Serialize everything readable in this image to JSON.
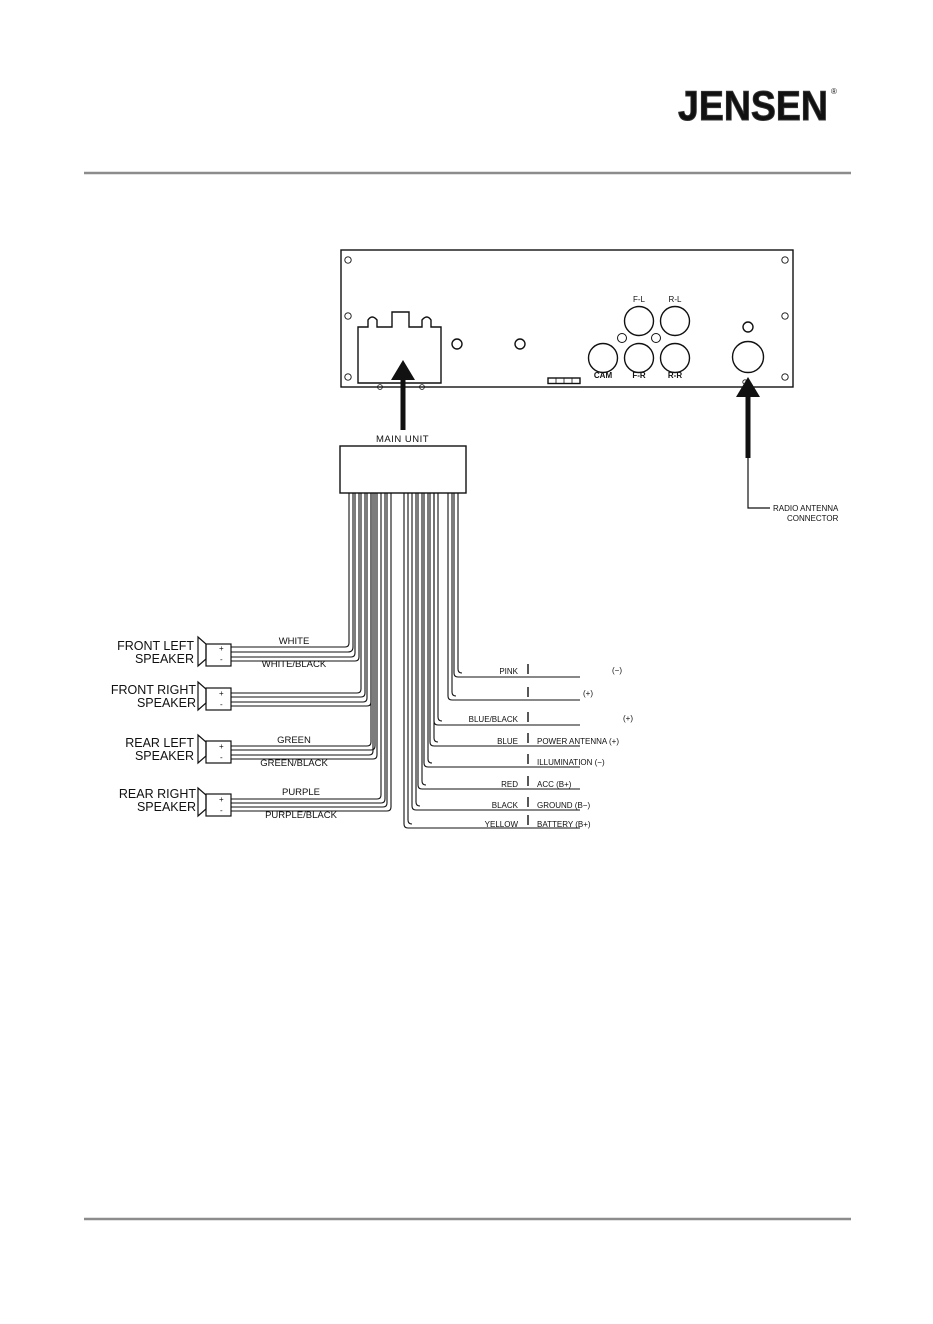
{
  "brand": {
    "name": "JENSEN",
    "reg": "®",
    "colors": {
      "chrome_light": "#eeeeee",
      "chrome_dark": "#3a3a3a"
    }
  },
  "rule_color": "#8c8c8c",
  "panel": {
    "jacks": {
      "fl": "F-L",
      "rl": "R-L",
      "cam": "CAM",
      "fr": "F-R",
      "rr": "R-R"
    }
  },
  "main_unit": {
    "label": "MAIN UNIT"
  },
  "antenna": {
    "line1": "RADIO ANTENNA",
    "line2": "CONNECTOR"
  },
  "speakers": [
    {
      "line1": "FRONT LEFT",
      "line2": "SPEAKER",
      "wire_pos": "WHITE",
      "wire_neg": "WHITE/BLACK"
    },
    {
      "line1": "FRONT RIGHT",
      "line2": "SPEAKER",
      "wire_pos": "",
      "wire_neg": ""
    },
    {
      "line1": "REAR LEFT",
      "line2": "SPEAKER",
      "wire_pos": "GREEN",
      "wire_neg": "GREEN/BLACK"
    },
    {
      "line1": "REAR RIGHT",
      "line2": "SPEAKER",
      "wire_pos": "PURPLE",
      "wire_neg": "PURPLE/BLACK"
    }
  ],
  "terminals": {
    "plus": "+",
    "minus": "-"
  },
  "wires": [
    {
      "color": "PINK",
      "function": "(−)"
    },
    {
      "color": "",
      "function": "(+)"
    },
    {
      "color": "BLUE/BLACK",
      "function": "(+)"
    },
    {
      "color": "BLUE",
      "function": "POWER  ANTENNA (+)"
    },
    {
      "color": "",
      "function": "ILLUMINATION (−)"
    },
    {
      "color": "RED",
      "function": "ACC (B+)"
    },
    {
      "color": "BLACK",
      "function": "GROUND (B−)"
    },
    {
      "color": "YELLOW",
      "function": "BATTERY (B+)"
    }
  ]
}
